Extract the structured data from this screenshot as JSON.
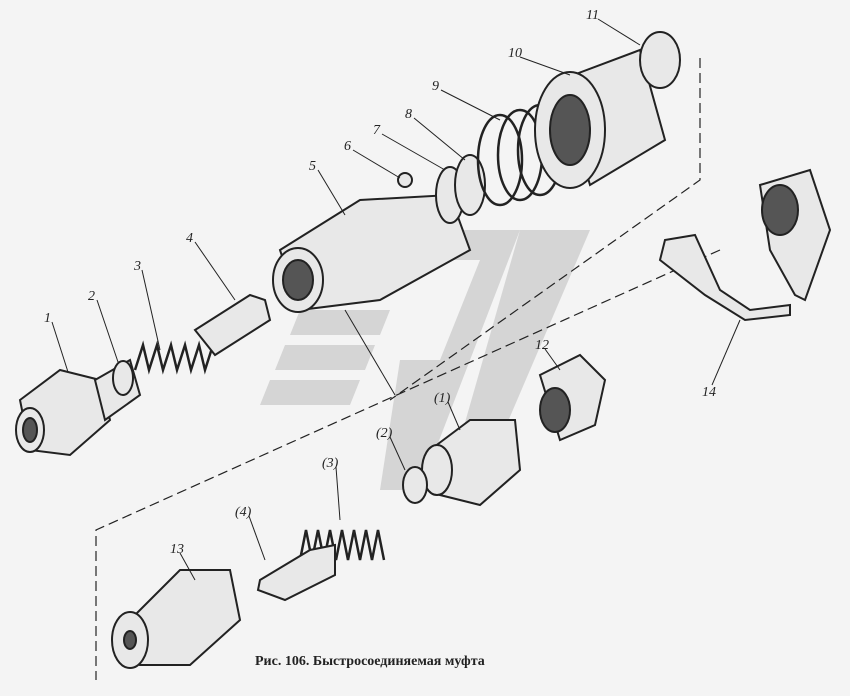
{
  "figure": {
    "caption": "Рис. 106. Быстросоединяемая муфта",
    "labels": {
      "l1": "1",
      "l2": "2",
      "l3": "3",
      "l4": "4",
      "l5": "5",
      "l6": "6",
      "l7": "7",
      "l8": "8",
      "l9": "9",
      "l10": "10",
      "l11": "11",
      "l12": "12",
      "l13": "13",
      "l14": "14",
      "p1": "(1)",
      "p2": "(2)",
      "p3": "(3)",
      "p4": "(4)"
    }
  }
}
